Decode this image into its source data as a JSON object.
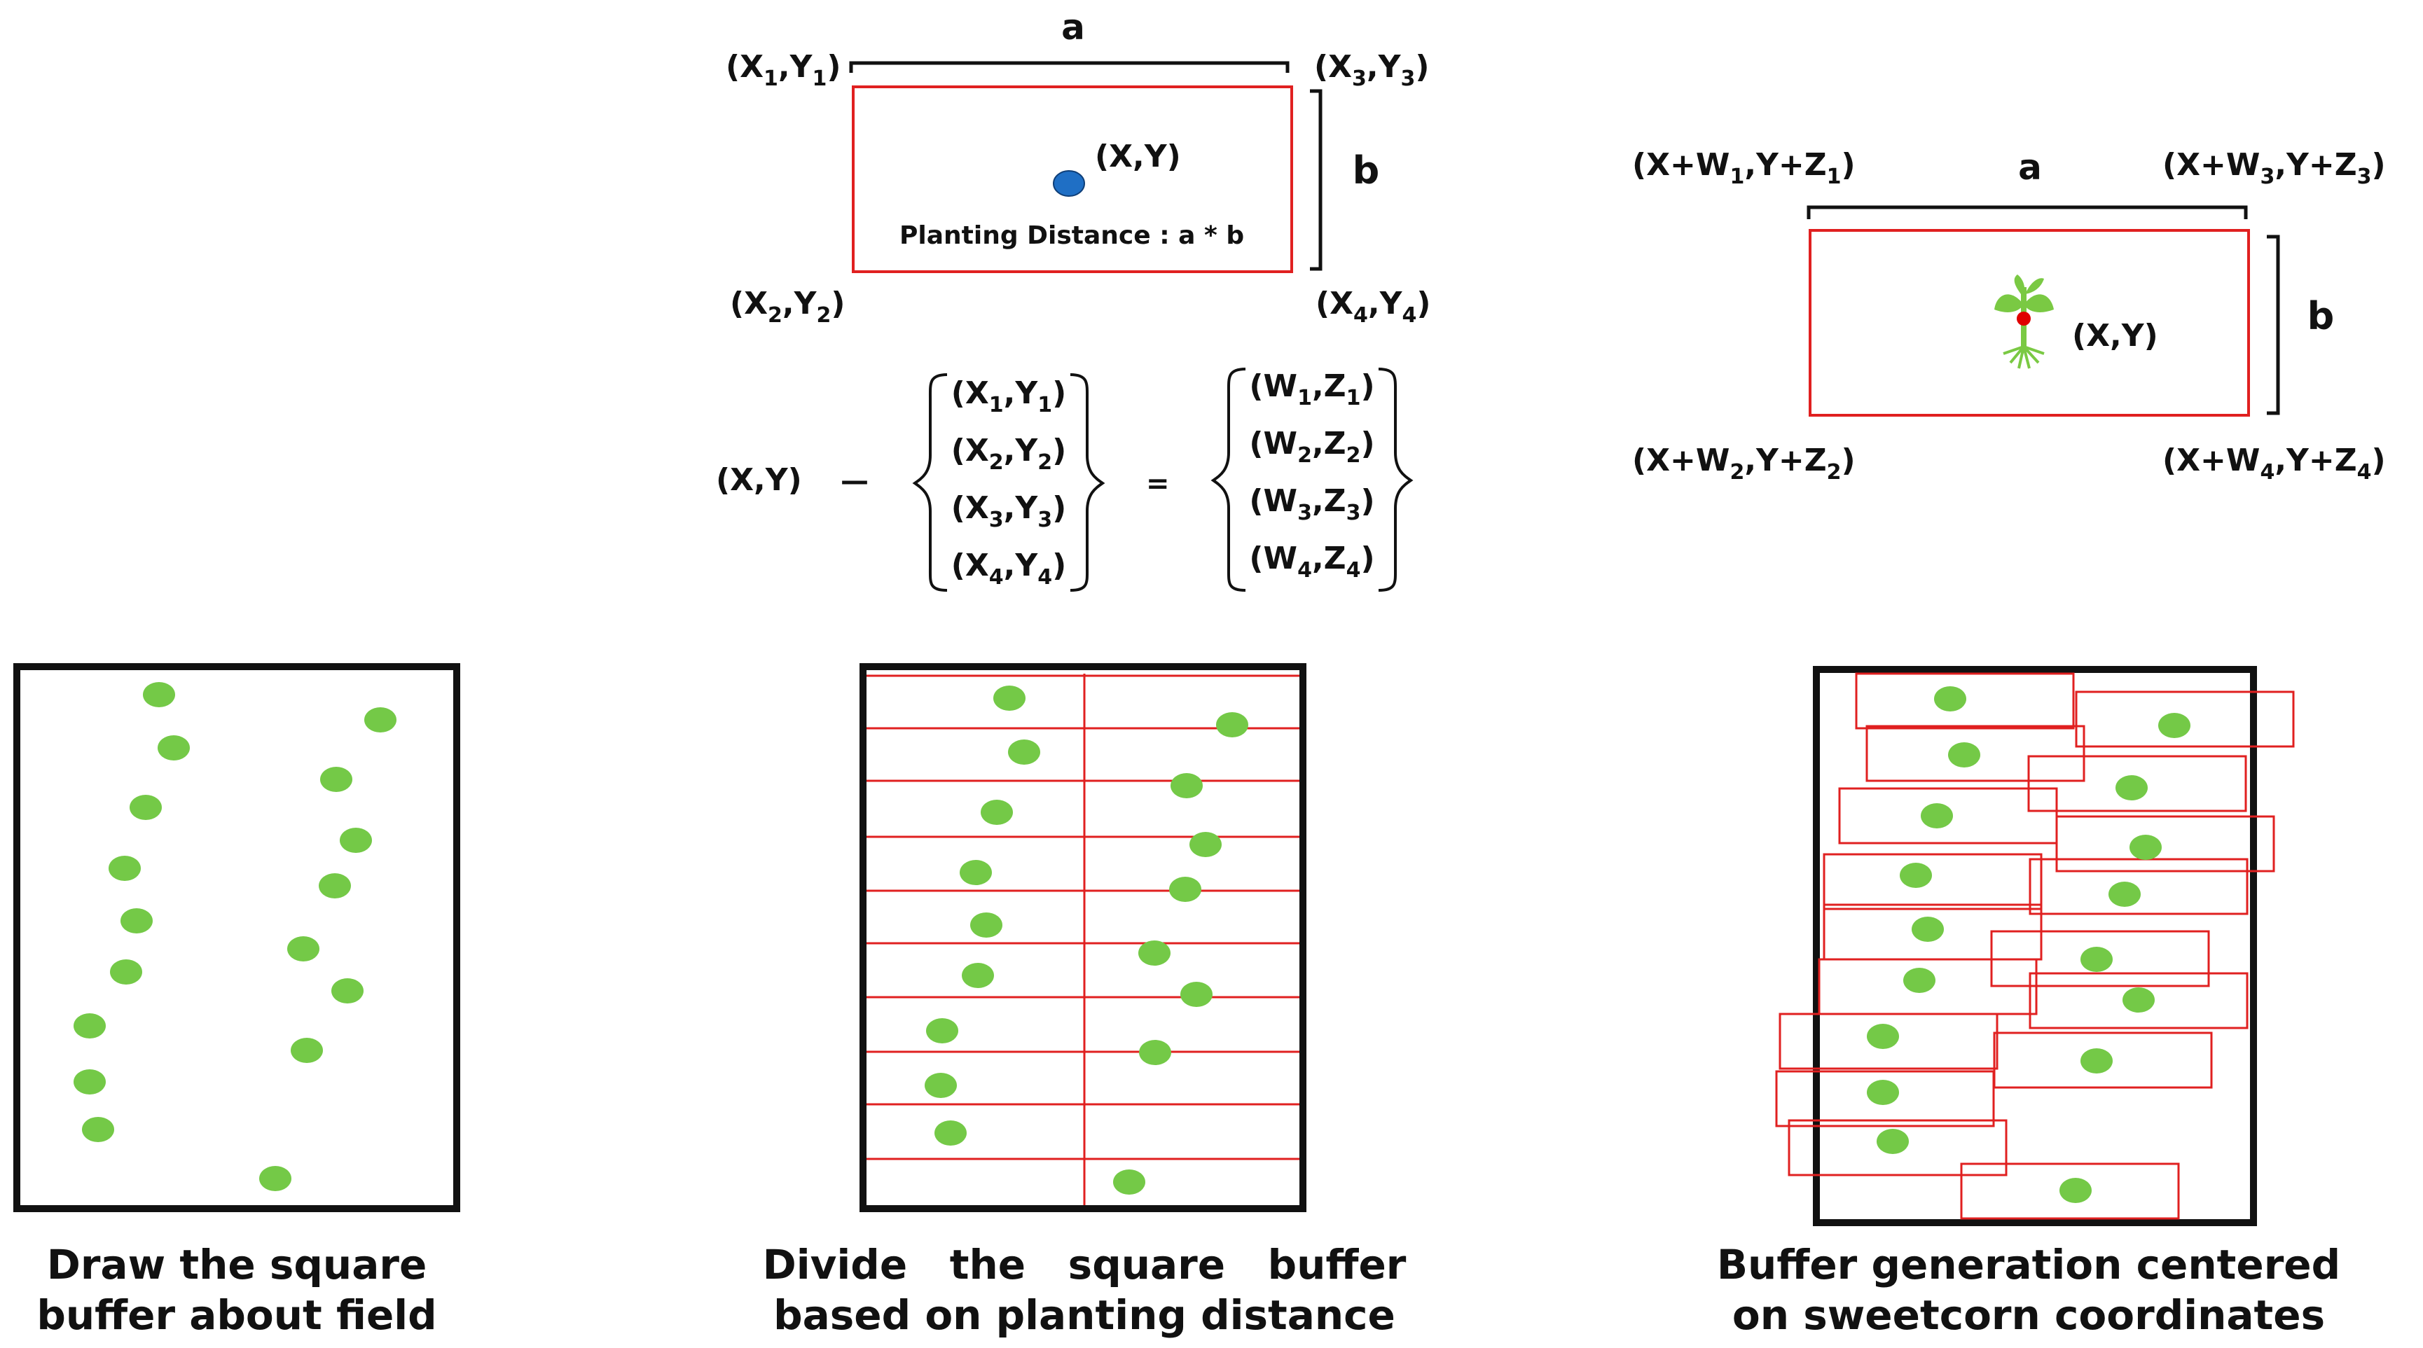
{
  "top_left": {
    "label_a": "a",
    "label_b": "b",
    "corner_1": {
      "x": "X",
      "xs": "1",
      "sep": ",",
      "y": "Y",
      "ys": "1"
    },
    "corner_2": {
      "x": "X",
      "xs": "2",
      "sep": ",",
      "y": "Y",
      "ys": "2"
    },
    "corner_3": {
      "x": "X",
      "xs": "3",
      "sep": ",",
      "y": "Y",
      "ys": "3"
    },
    "corner_4": {
      "x": "X",
      "xs": "4",
      "sep": ",",
      "y": "Y",
      "ys": "4"
    },
    "center_label": "(X,Y)",
    "planting_text": "Planting Distance : a * b",
    "colors": {
      "rect": "#e02020",
      "point": "#1f6fc5"
    }
  },
  "equation": {
    "lhs": "(X,Y)",
    "minus": "—",
    "equals": "=",
    "left_set": [
      {
        "x": "X",
        "xs": "1",
        "y": "Y",
        "ys": "1"
      },
      {
        "x": "X",
        "xs": "2",
        "y": "Y",
        "ys": "2"
      },
      {
        "x": "X",
        "xs": "3",
        "y": "Y",
        "ys": "3"
      },
      {
        "x": "X",
        "xs": "4",
        "y": "Y",
        "ys": "4"
      }
    ],
    "right_set": [
      {
        "x": "W",
        "xs": "1",
        "y": "Z",
        "ys": "1"
      },
      {
        "x": "W",
        "xs": "2",
        "y": "Z",
        "ys": "2"
      },
      {
        "x": "W",
        "xs": "3",
        "y": "Z",
        "ys": "3"
      },
      {
        "x": "W",
        "xs": "4",
        "y": "Z",
        "ys": "4"
      }
    ]
  },
  "top_right": {
    "label_a": "a",
    "label_b": "b",
    "corner_1": {
      "pre": "X+W",
      "ps": "1",
      "mid": ",Y+Z",
      "ms": "1"
    },
    "corner_2": {
      "pre": "X+W",
      "ps": "2",
      "mid": ",Y+Z",
      "ms": "2"
    },
    "corner_3": {
      "pre": "X+W",
      "ps": "3",
      "mid": ",Y+Z",
      "ms": "3"
    },
    "corner_4": {
      "pre": "X+W",
      "ps": "4",
      "mid": ",Y+Z",
      "ms": "4"
    },
    "center_label": "(X,Y)",
    "plant_icon": "sprout-icon",
    "colors": {
      "rect": "#e02020",
      "plant": "#7ac943",
      "point": "#e00000"
    }
  },
  "panels": [
    {
      "caption_lines": [
        "Draw the square",
        "buffer about field"
      ]
    },
    {
      "caption_lines": [
        "Divide   the   square   buffer",
        "based on planting distance"
      ]
    },
    {
      "caption_lines": [
        "Buffer generation centered",
        "on sweetcorn coordinates"
      ]
    }
  ],
  "colors": {
    "dot": "#74c947",
    "frame": "#111111",
    "buffer": "#e02020"
  }
}
